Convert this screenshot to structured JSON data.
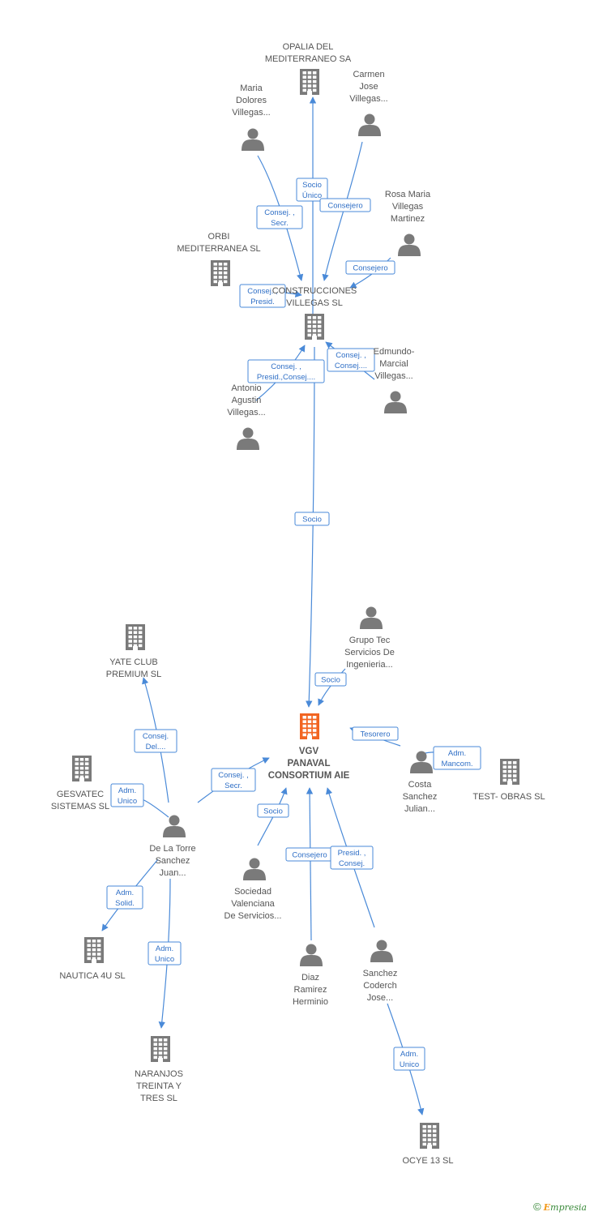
{
  "colors": {
    "edge": "#4a8ad8",
    "node": "#7a7a7a",
    "central": "#f26522",
    "edge_text": "#2f6fc6",
    "brand_e": "#f29a1d",
    "brand_rest": "#3a8a3a"
  },
  "nodes": [
    {
      "id": "opalia",
      "type": "company",
      "lines": [
        "OPALIA DEL",
        "MEDITERRANEO SA"
      ]
    },
    {
      "id": "carmen",
      "type": "person",
      "lines": [
        "Carmen",
        "Jose",
        "Villegas..."
      ]
    },
    {
      "id": "maria",
      "type": "person",
      "lines": [
        "Maria",
        "Dolores",
        "Villegas..."
      ]
    },
    {
      "id": "rosa",
      "type": "person",
      "lines": [
        "Rosa Maria",
        "Villegas",
        "Martinez"
      ]
    },
    {
      "id": "orbi",
      "type": "company",
      "lines": [
        "ORBI",
        "MEDITERRANEA SL"
      ]
    },
    {
      "id": "construcciones",
      "type": "company",
      "lines": [
        "CONSTRUCCIONES",
        "VILLEGAS SL"
      ]
    },
    {
      "id": "edmundo",
      "type": "person",
      "lines": [
        "Edmundo-",
        "Marcial",
        "Villegas..."
      ]
    },
    {
      "id": "antonio",
      "type": "person",
      "lines": [
        "Antonio",
        "Agustin",
        "Villegas..."
      ]
    },
    {
      "id": "grupotec",
      "type": "person",
      "lines": [
        "Grupo Tec",
        "Servicios De",
        "Ingenieria..."
      ]
    },
    {
      "id": "yate",
      "type": "company",
      "lines": [
        "YATE CLUB",
        "PREMIUM SL"
      ]
    },
    {
      "id": "vgv",
      "type": "central",
      "lines": [
        "VGV",
        "PANAVAL",
        "CONSORTIUM AIE"
      ]
    },
    {
      "id": "gesvatec",
      "type": "company",
      "lines": [
        "GESVATEC",
        "SISTEMAS SL"
      ]
    },
    {
      "id": "costa",
      "type": "person",
      "lines": [
        "Costa",
        "Sanchez",
        "Julian..."
      ]
    },
    {
      "id": "testobras",
      "type": "company",
      "lines": [
        "TEST- OBRAS SL"
      ]
    },
    {
      "id": "delatorre",
      "type": "person",
      "lines": [
        "De La Torre",
        "Sanchez",
        "Juan..."
      ]
    },
    {
      "id": "sociedad",
      "type": "person",
      "lines": [
        "Sociedad",
        "Valenciana",
        "De Servicios..."
      ]
    },
    {
      "id": "diaz",
      "type": "person",
      "lines": [
        "Diaz",
        "Ramirez",
        "Herminio"
      ]
    },
    {
      "id": "sanchez",
      "type": "person",
      "lines": [
        "Sanchez",
        "Coderch",
        "Jose..."
      ]
    },
    {
      "id": "nautica",
      "type": "company",
      "lines": [
        "NAUTICA 4U SL"
      ]
    },
    {
      "id": "naranjos",
      "type": "company",
      "lines": [
        "NARANJOS",
        "TREINTA Y",
        "TRES SL"
      ]
    },
    {
      "id": "ocye",
      "type": "company",
      "lines": [
        "OCYE 13  SL"
      ]
    }
  ],
  "edges": [
    {
      "from": "construcciones",
      "to": "opalia",
      "label": [
        "Socio",
        "Único"
      ]
    },
    {
      "from": "maria",
      "to": "construcciones",
      "label": [
        "Consej. ,",
        "Secr."
      ]
    },
    {
      "from": "carmen",
      "to": "construcciones",
      "label": [
        "Consejero"
      ]
    },
    {
      "from": "rosa",
      "to": "construcciones",
      "label": [
        "Consejero"
      ]
    },
    {
      "from": "orbi",
      "to": "construcciones",
      "label": [
        "Consej. ,",
        "Presid."
      ]
    },
    {
      "from": "antonio",
      "to": "construcciones",
      "label": [
        "Consej. ,",
        "Presid.,Consej...."
      ]
    },
    {
      "from": "edmundo",
      "to": "construcciones",
      "label": [
        "Consej. ,",
        "Consej...."
      ]
    },
    {
      "from": "construcciones",
      "to": "vgv",
      "label": [
        "Socio"
      ]
    },
    {
      "from": "grupotec",
      "to": "vgv",
      "label": [
        "Socio"
      ]
    },
    {
      "from": "costa",
      "to": "vgv",
      "label": [
        "Tesorero"
      ]
    },
    {
      "from": "costa",
      "to": "testobras",
      "label": [
        "Adm.",
        "Mancom."
      ]
    },
    {
      "from": "delatorre",
      "to": "yate",
      "label": [
        "Consej.",
        "Del...."
      ]
    },
    {
      "from": "delatorre",
      "to": "gesvatec",
      "label": [
        "Adm.",
        "Unico"
      ]
    },
    {
      "from": "delatorre",
      "to": "vgv",
      "label": [
        "Consej. ,",
        "Secr."
      ]
    },
    {
      "from": "sociedad",
      "to": "vgv",
      "label": [
        "Socio"
      ]
    },
    {
      "from": "diaz",
      "to": "vgv",
      "label": [
        "Consejero"
      ]
    },
    {
      "from": "sanchez",
      "to": "vgv",
      "label": [
        "Presid. ,",
        "Consej."
      ]
    },
    {
      "from": "delatorre",
      "to": "nautica",
      "label": [
        "Adm.",
        "Solid."
      ]
    },
    {
      "from": "delatorre",
      "to": "naranjos",
      "label": [
        "Adm.",
        "Unico"
      ]
    },
    {
      "from": "sanchez",
      "to": "ocye",
      "label": [
        "Adm.",
        "Unico"
      ]
    }
  ],
  "footer": {
    "copyright": "©",
    "brand_initial": "E",
    "brand_rest": "mpresia"
  }
}
